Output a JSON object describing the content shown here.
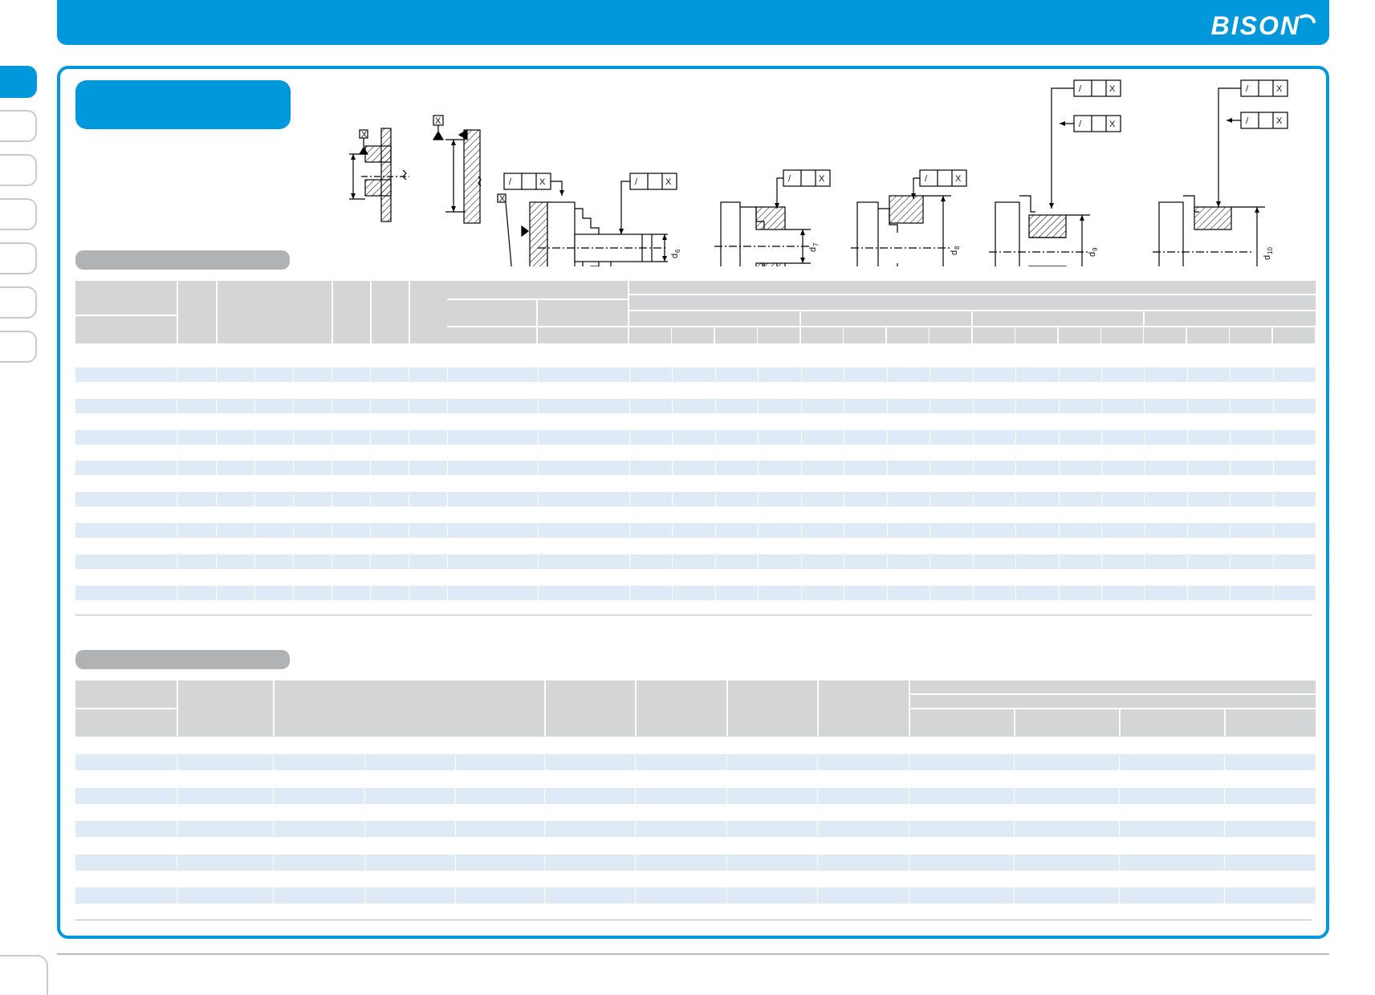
{
  "brand": {
    "logo_text": "BISON"
  },
  "colors": {
    "brand_blue": "#0097db",
    "header_gray": "#d4d5d7",
    "row_band": "#deebf7",
    "pill_gray": "#b1b2b4"
  },
  "diagrams": {
    "datum_label": "X",
    "runout_symbol": "/",
    "diameter_labels": [
      {
        "base": "d",
        "sub": "6"
      },
      {
        "base": "d",
        "sub": "7"
      },
      {
        "base": "d",
        "sub": "8"
      },
      {
        "base": "d",
        "sub": "9"
      },
      {
        "base": "d",
        "sub": "10"
      }
    ]
  },
  "table1": {
    "row_count": 8
  },
  "table2": {
    "row_count": 5
  }
}
